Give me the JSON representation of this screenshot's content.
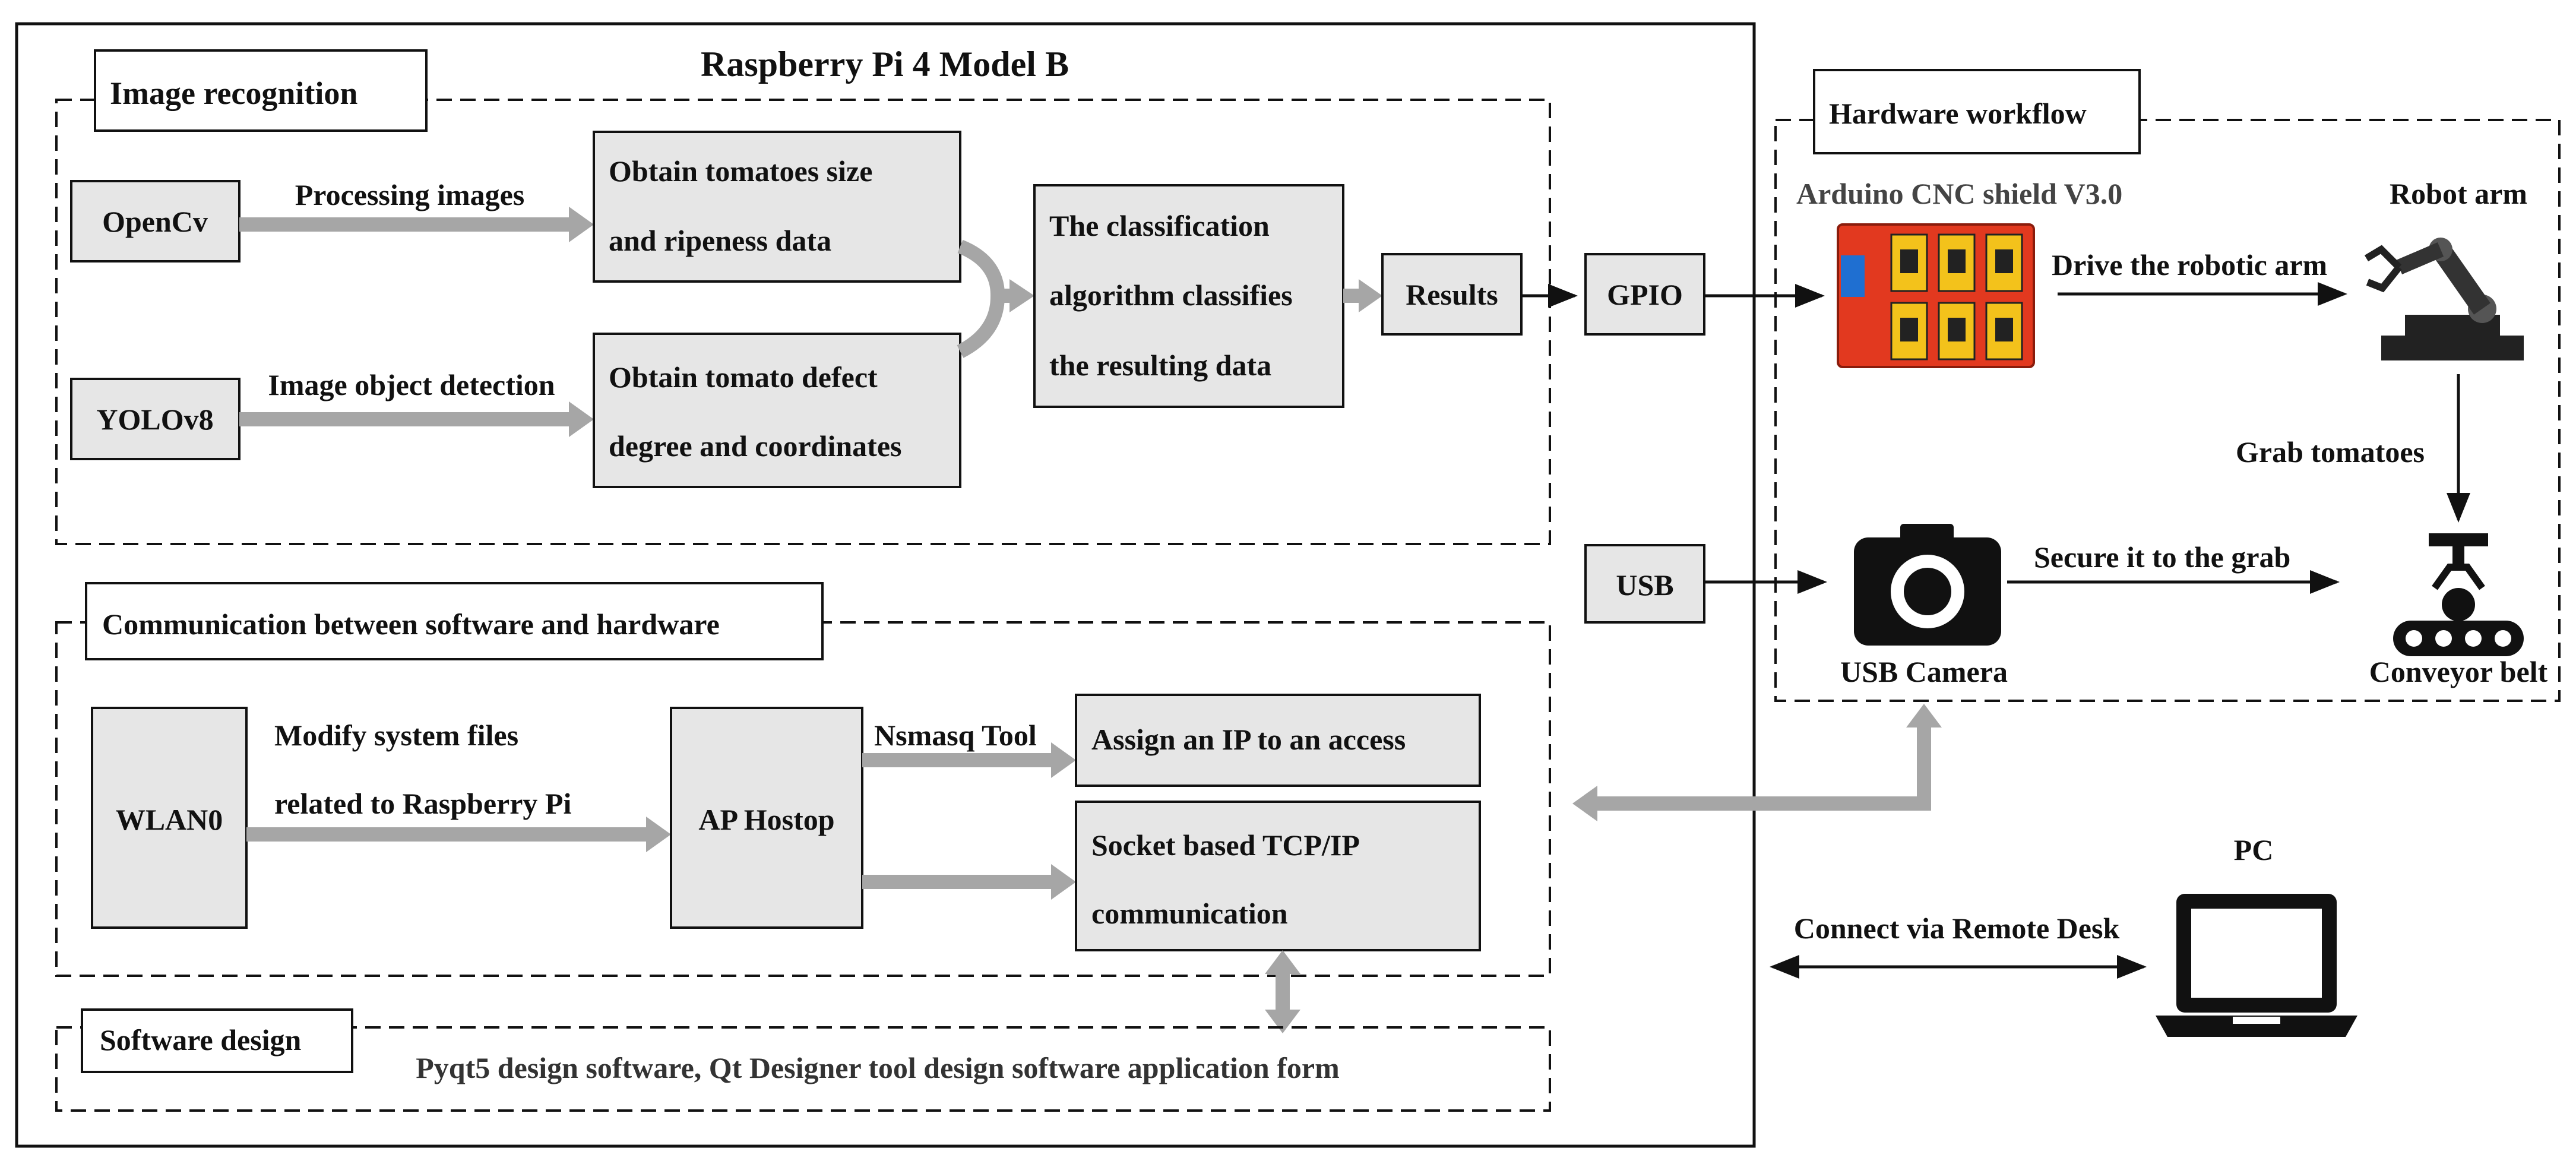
{
  "title": "Raspberry Pi 4 Model B",
  "sections": {
    "image_recognition": "Image recognition",
    "communication": "Communication between software and hardware",
    "software_design": "Software design",
    "hardware_workflow": "Hardware workflow"
  },
  "image_recognition": {
    "opencv": "OpenCv",
    "yolo": "YOLOv8",
    "processing_label": "Processing images",
    "detection_label": "Image object detection",
    "size_box": [
      "Obtain tomatoes size",
      "and ripeness data"
    ],
    "defect_box": [
      "Obtain tomato defect",
      "degree and coordinates"
    ],
    "classify_box": [
      "The classification",
      "algorithm classifies",
      "the resulting data"
    ],
    "results": "Results"
  },
  "communication": {
    "wlan": "WLAN0",
    "modify_label": [
      "Modify system files",
      "related to Raspberry Pi"
    ],
    "ap": "AP Hostop",
    "nsmasq_label": "Nsmasq Tool",
    "assign_box": "Assign an IP to an access",
    "socket_box": [
      "Socket based TCP/IP",
      "communication"
    ]
  },
  "software_design": {
    "text": "Pyqt5 design software, Qt Designer tool design software application form"
  },
  "ports": {
    "gpio": "GPIO",
    "usb": "USB"
  },
  "hardware": {
    "arduino": "Arduino CNC shield V3.0",
    "robot_arm": "Robot arm",
    "drive_label": "Drive the robotic arm",
    "grab_label": "Grab tomatoes",
    "camera": "USB Camera",
    "secure_label": "Secure it to the grab",
    "conveyor": "Conveyor belt"
  },
  "pc": {
    "label": "PC",
    "connect_label": "Connect via Remote Desk"
  },
  "colors": {
    "arrow_gray": "#a6a6a6",
    "box_fill": "#e6e6e6",
    "board_red": "#e2391f",
    "board_yellow": "#f3c21b"
  }
}
